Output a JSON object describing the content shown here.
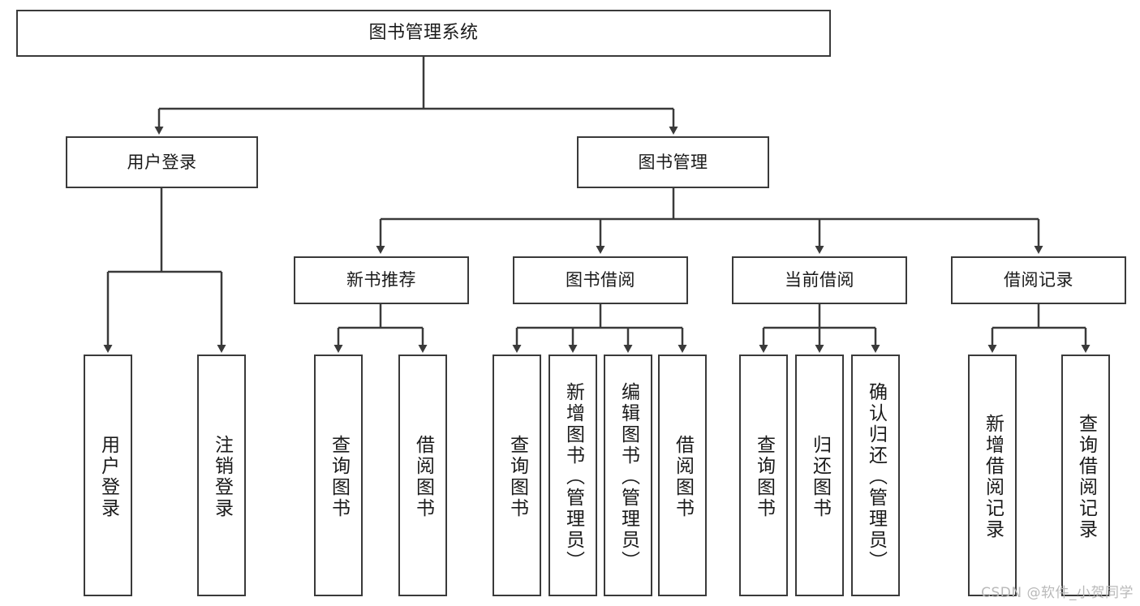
{
  "diagram": {
    "title": "图书管理系统",
    "type": "functional-structure-tree",
    "watermark": "CSDN @软件_小贺同学",
    "colors": {
      "box_border": "#3a3a3a",
      "box_fill": "#ffffff",
      "connector": "#3a3a3a",
      "text": "#1a1a1a",
      "watermark": "#b9b9b9",
      "background": "#ffffff"
    },
    "levels": {
      "root": "图书管理系统",
      "level2": [
        "用户登录",
        "图书管理"
      ],
      "level3": [
        "新书推荐",
        "图书借阅",
        "当前借阅",
        "借阅记录"
      ]
    },
    "nodes": {
      "root": {
        "label": "图书管理系统"
      },
      "user_login": {
        "label": "用户登录"
      },
      "book_manage": {
        "label": "图书管理"
      },
      "new_book_rec": {
        "label": "新书推荐"
      },
      "book_borrow": {
        "label": "图书借阅"
      },
      "current_borrow": {
        "label": "当前借阅"
      },
      "borrow_record": {
        "label": "借阅记录"
      },
      "leaf_user_login": {
        "label": "用户登录"
      },
      "leaf_logout": {
        "label": "注销登录"
      },
      "leaf_query_book_1": {
        "label": "查询图书"
      },
      "leaf_borrow_book_1": {
        "label": "借阅图书"
      },
      "leaf_query_book_2": {
        "label": "查询图书"
      },
      "leaf_add_book": {
        "label": "新增图书（管理员）"
      },
      "leaf_edit_book": {
        "label": "编辑图书（管理员）"
      },
      "leaf_borrow_book_2": {
        "label": "借阅图书"
      },
      "leaf_query_book_3": {
        "label": "查询图书"
      },
      "leaf_return_book": {
        "label": "归还图书"
      },
      "leaf_confirm_return": {
        "label": "确认归还（管理员）"
      },
      "leaf_add_record": {
        "label": "新增借阅记录"
      },
      "leaf_query_record": {
        "label": "查询借阅记录"
      }
    },
    "edges": [
      {
        "from": "root",
        "to": "user_login"
      },
      {
        "from": "root",
        "to": "book_manage"
      },
      {
        "from": "user_login",
        "to": "leaf_user_login"
      },
      {
        "from": "user_login",
        "to": "leaf_logout"
      },
      {
        "from": "book_manage",
        "to": "new_book_rec"
      },
      {
        "from": "book_manage",
        "to": "book_borrow"
      },
      {
        "from": "book_manage",
        "to": "current_borrow"
      },
      {
        "from": "book_manage",
        "to": "borrow_record"
      },
      {
        "from": "new_book_rec",
        "to": "leaf_query_book_1"
      },
      {
        "from": "new_book_rec",
        "to": "leaf_borrow_book_1"
      },
      {
        "from": "book_borrow",
        "to": "leaf_query_book_2"
      },
      {
        "from": "book_borrow",
        "to": "leaf_add_book"
      },
      {
        "from": "book_borrow",
        "to": "leaf_edit_book"
      },
      {
        "from": "book_borrow",
        "to": "leaf_borrow_book_2"
      },
      {
        "from": "current_borrow",
        "to": "leaf_query_book_3"
      },
      {
        "from": "current_borrow",
        "to": "leaf_return_book"
      },
      {
        "from": "current_borrow",
        "to": "leaf_confirm_return"
      },
      {
        "from": "borrow_record",
        "to": "leaf_add_record"
      },
      {
        "from": "borrow_record",
        "to": "leaf_query_record"
      }
    ]
  }
}
